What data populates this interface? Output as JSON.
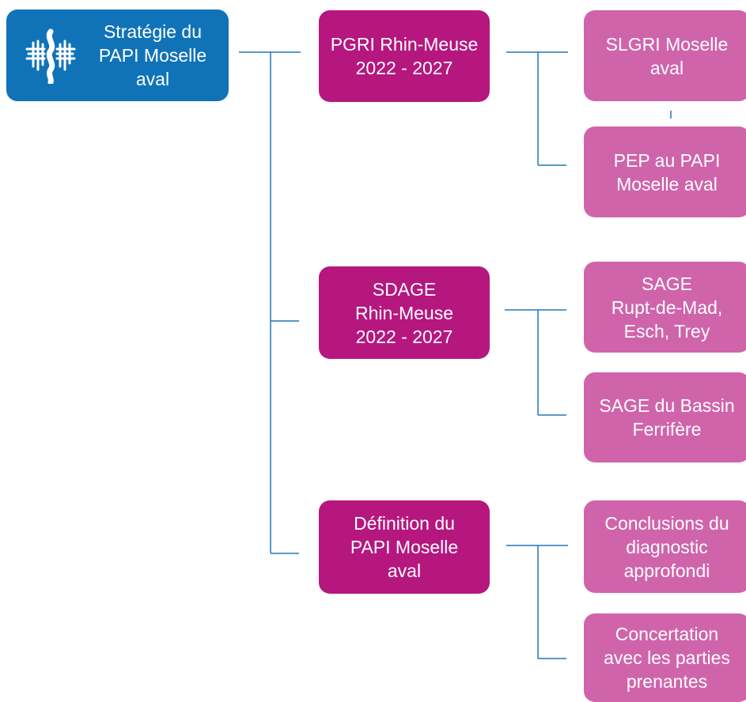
{
  "diagram": {
    "root": {
      "label": "Stratégie du\nPAPI Moselle\naval"
    },
    "branches": [
      {
        "label": "PGRI Rhin-Meuse\n2022 - 2027",
        "children": [
          "SLGRI Moselle\naval",
          "PEP au PAPI\nMoselle aval"
        ]
      },
      {
        "label": "SDAGE\nRhin-Meuse\n2022 - 2027",
        "children": [
          "SAGE\nRupt-de-Mad,\nEsch, Trey",
          "SAGE du Bassin\nFerrifère"
        ]
      },
      {
        "label": "Définition du\nPAPI Moselle\naval",
        "children": [
          "Conclusions du\ndiagnostic\napprofondi",
          "Concertation\navec les parties\nprenantes"
        ]
      }
    ]
  },
  "colors": {
    "root": "#1073b8",
    "branch": "#b5177f",
    "leaf": "#d064ab",
    "connector": "#1f78b8"
  },
  "icons": {
    "root_logo": "papi-logo-icon"
  }
}
